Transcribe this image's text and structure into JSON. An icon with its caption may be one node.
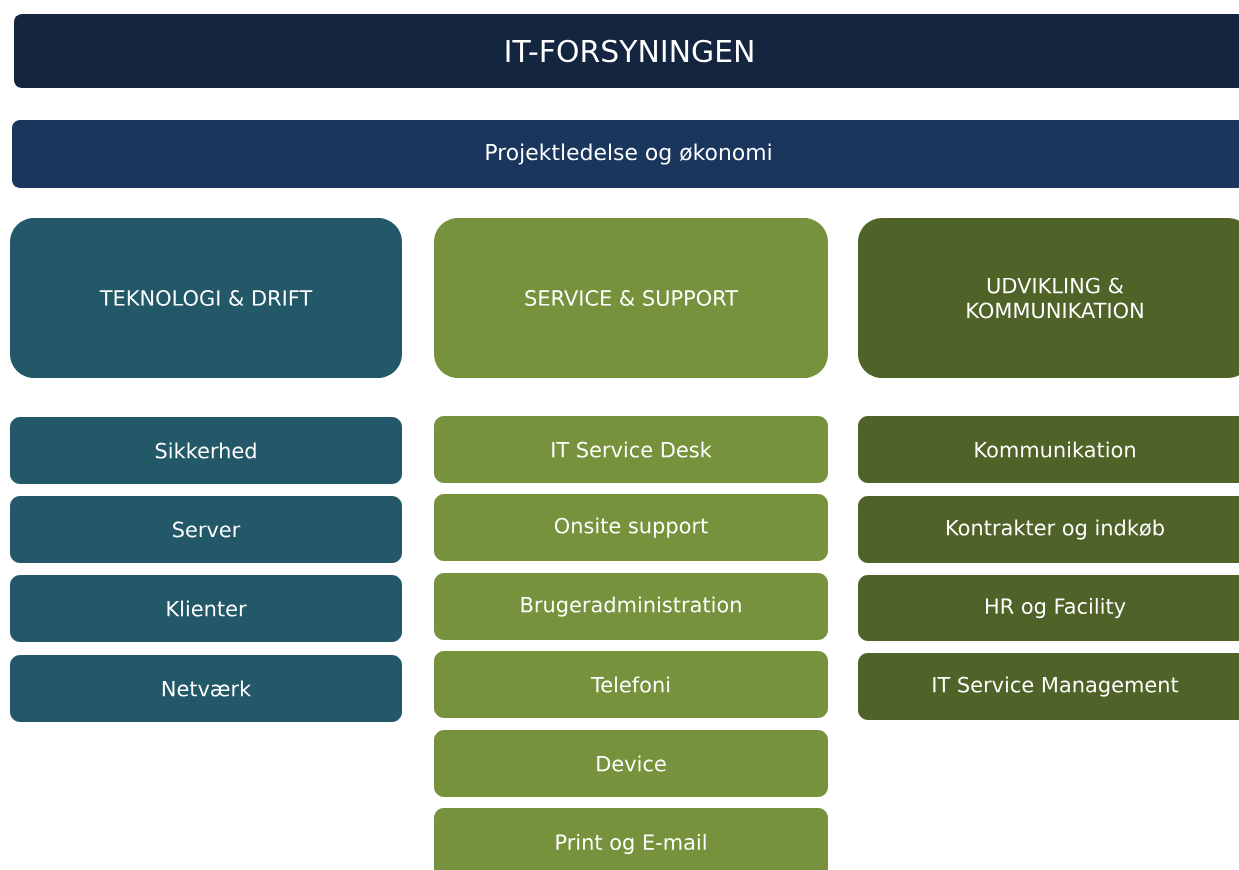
{
  "diagram": {
    "nodes": [
      {
        "text": [
          "IT-FORSYNINGEN"
        ]
      },
      {
        "text": [
          "Projektledelse og økonomi"
        ]
      },
      {
        "text": [
          "TEKNOLOGI & DRIFT"
        ]
      },
      {
        "text": [
          "SERVICE & SUPPORT"
        ]
      },
      {
        "text": [
          "UDVIKLING & KOMMUNIKATION"
        ]
      },
      {
        "text": [
          "Sikkerhed"
        ]
      },
      {
        "text": [
          "Server"
        ]
      },
      {
        "text": [
          "Klienter"
        ]
      },
      {
        "text": [
          "Netværk"
        ]
      },
      {
        "text": [
          "IT Service Desk"
        ]
      },
      {
        "text": [
          "Onsite support"
        ]
      },
      {
        "text": [
          "Brugeradministration"
        ]
      },
      {
        "text": [
          "Telefoni"
        ]
      },
      {
        "text": [
          "Device"
        ]
      },
      {
        "text": [
          "Print og E-mail"
        ]
      },
      {
        "text": [
          "Kommunikation"
        ]
      },
      {
        "text": [
          "Kontrakter og indkøb"
        ]
      },
      {
        "text": [
          "HR og Facility"
        ]
      },
      {
        "text": [
          "IT Service Management"
        ]
      }
    ]
  }
}
